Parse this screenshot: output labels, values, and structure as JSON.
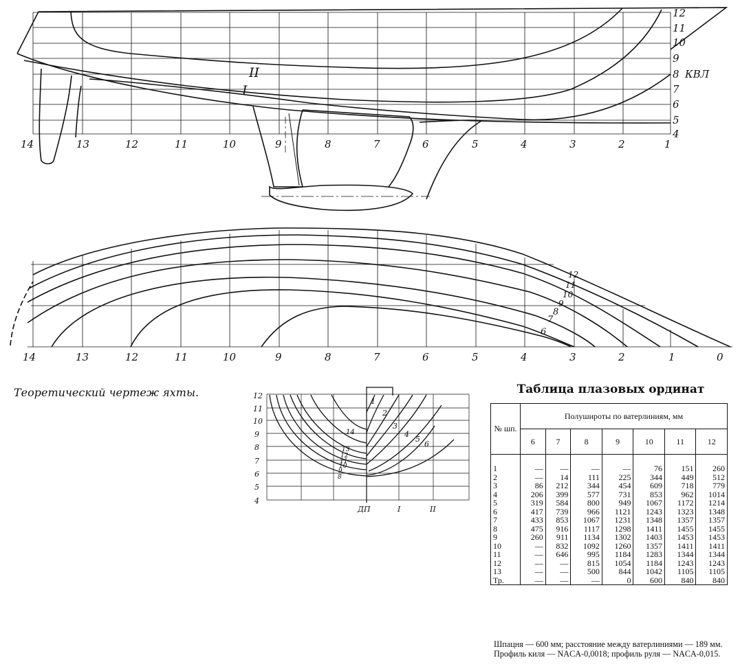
{
  "profile": {
    "waterline_labels": [
      "12",
      "11",
      "10",
      "9",
      "8",
      "7",
      "6",
      "5",
      "4"
    ],
    "kvl_label": "КВЛ",
    "frame_labels": [
      "14",
      "13",
      "12",
      "11",
      "10",
      "9",
      "8",
      "7",
      "6",
      "5",
      "4",
      "3",
      "2",
      "1"
    ],
    "buttock_labels": [
      "II",
      "I"
    ]
  },
  "plan": {
    "frame_labels": [
      "14",
      "13",
      "12",
      "11",
      "10",
      "9",
      "8",
      "7",
      "6",
      "5",
      "4",
      "3",
      "2",
      "1",
      "0"
    ],
    "waterline_labels": [
      "12",
      "11",
      "10",
      "9",
      "8",
      "7",
      "6"
    ]
  },
  "body_plan": {
    "waterline_labels": [
      "12",
      "11",
      "10",
      "9",
      "8",
      "7",
      "6",
      "5",
      "4"
    ],
    "aft_frame_labels": [
      "14",
      "13",
      "12",
      "11",
      "10",
      "9",
      "8"
    ],
    "fwd_frame_labels": [
      "1",
      "2",
      "3",
      "4",
      "5",
      "6"
    ],
    "bottom_labels": [
      "ДП",
      "I",
      "II"
    ]
  },
  "caption": "Теоретический чертеж яхты.",
  "table": {
    "title": "Таблица плазовых ординат",
    "row_header": "№ шп.",
    "group_header": "Полушироты по ватерлиниям, мм",
    "columns": [
      "6",
      "7",
      "8",
      "9",
      "10",
      "11",
      "12"
    ],
    "rows": [
      [
        "1",
        "—",
        "—",
        "—",
        "—",
        "76",
        "151",
        "260"
      ],
      [
        "2",
        "—",
        "14",
        "111",
        "225",
        "344",
        "449",
        "512"
      ],
      [
        "3",
        "86",
        "212",
        "344",
        "454",
        "609",
        "718",
        "779"
      ],
      [
        "4",
        "206",
        "399",
        "577",
        "731",
        "853",
        "962",
        "1014"
      ],
      [
        "5",
        "319",
        "584",
        "800",
        "949",
        "1067",
        "1172",
        "1214"
      ],
      [
        "6",
        "417",
        "739",
        "966",
        "1121",
        "1243",
        "1323",
        "1348"
      ],
      [
        "7",
        "433",
        "853",
        "1067",
        "1231",
        "1348",
        "1357",
        "1357"
      ],
      [
        "8",
        "475",
        "916",
        "1117",
        "1298",
        "1411",
        "1455",
        "1455"
      ],
      [
        "9",
        "260",
        "911",
        "1134",
        "1302",
        "1403",
        "1453",
        "1453"
      ],
      [
        "10",
        "—",
        "832",
        "1092",
        "1260",
        "1357",
        "1411",
        "1411"
      ],
      [
        "11",
        "—",
        "646",
        "995",
        "1184",
        "1283",
        "1344",
        "1344"
      ],
      [
        "12",
        "—",
        "—",
        "815",
        "1054",
        "1184",
        "1243",
        "1243"
      ],
      [
        "13",
        "—",
        "—",
        "500",
        "844",
        "1042",
        "1105",
        "1105"
      ],
      [
        "Тр.",
        "—",
        "—",
        "—",
        "0",
        "600",
        "840",
        "840"
      ]
    ]
  },
  "note": "Шпацня — 600 мм; расстояние между ватерлиниями — 189 мм. Профиль киля — NACA-0,0018; профиль руля — NACA-0,015."
}
